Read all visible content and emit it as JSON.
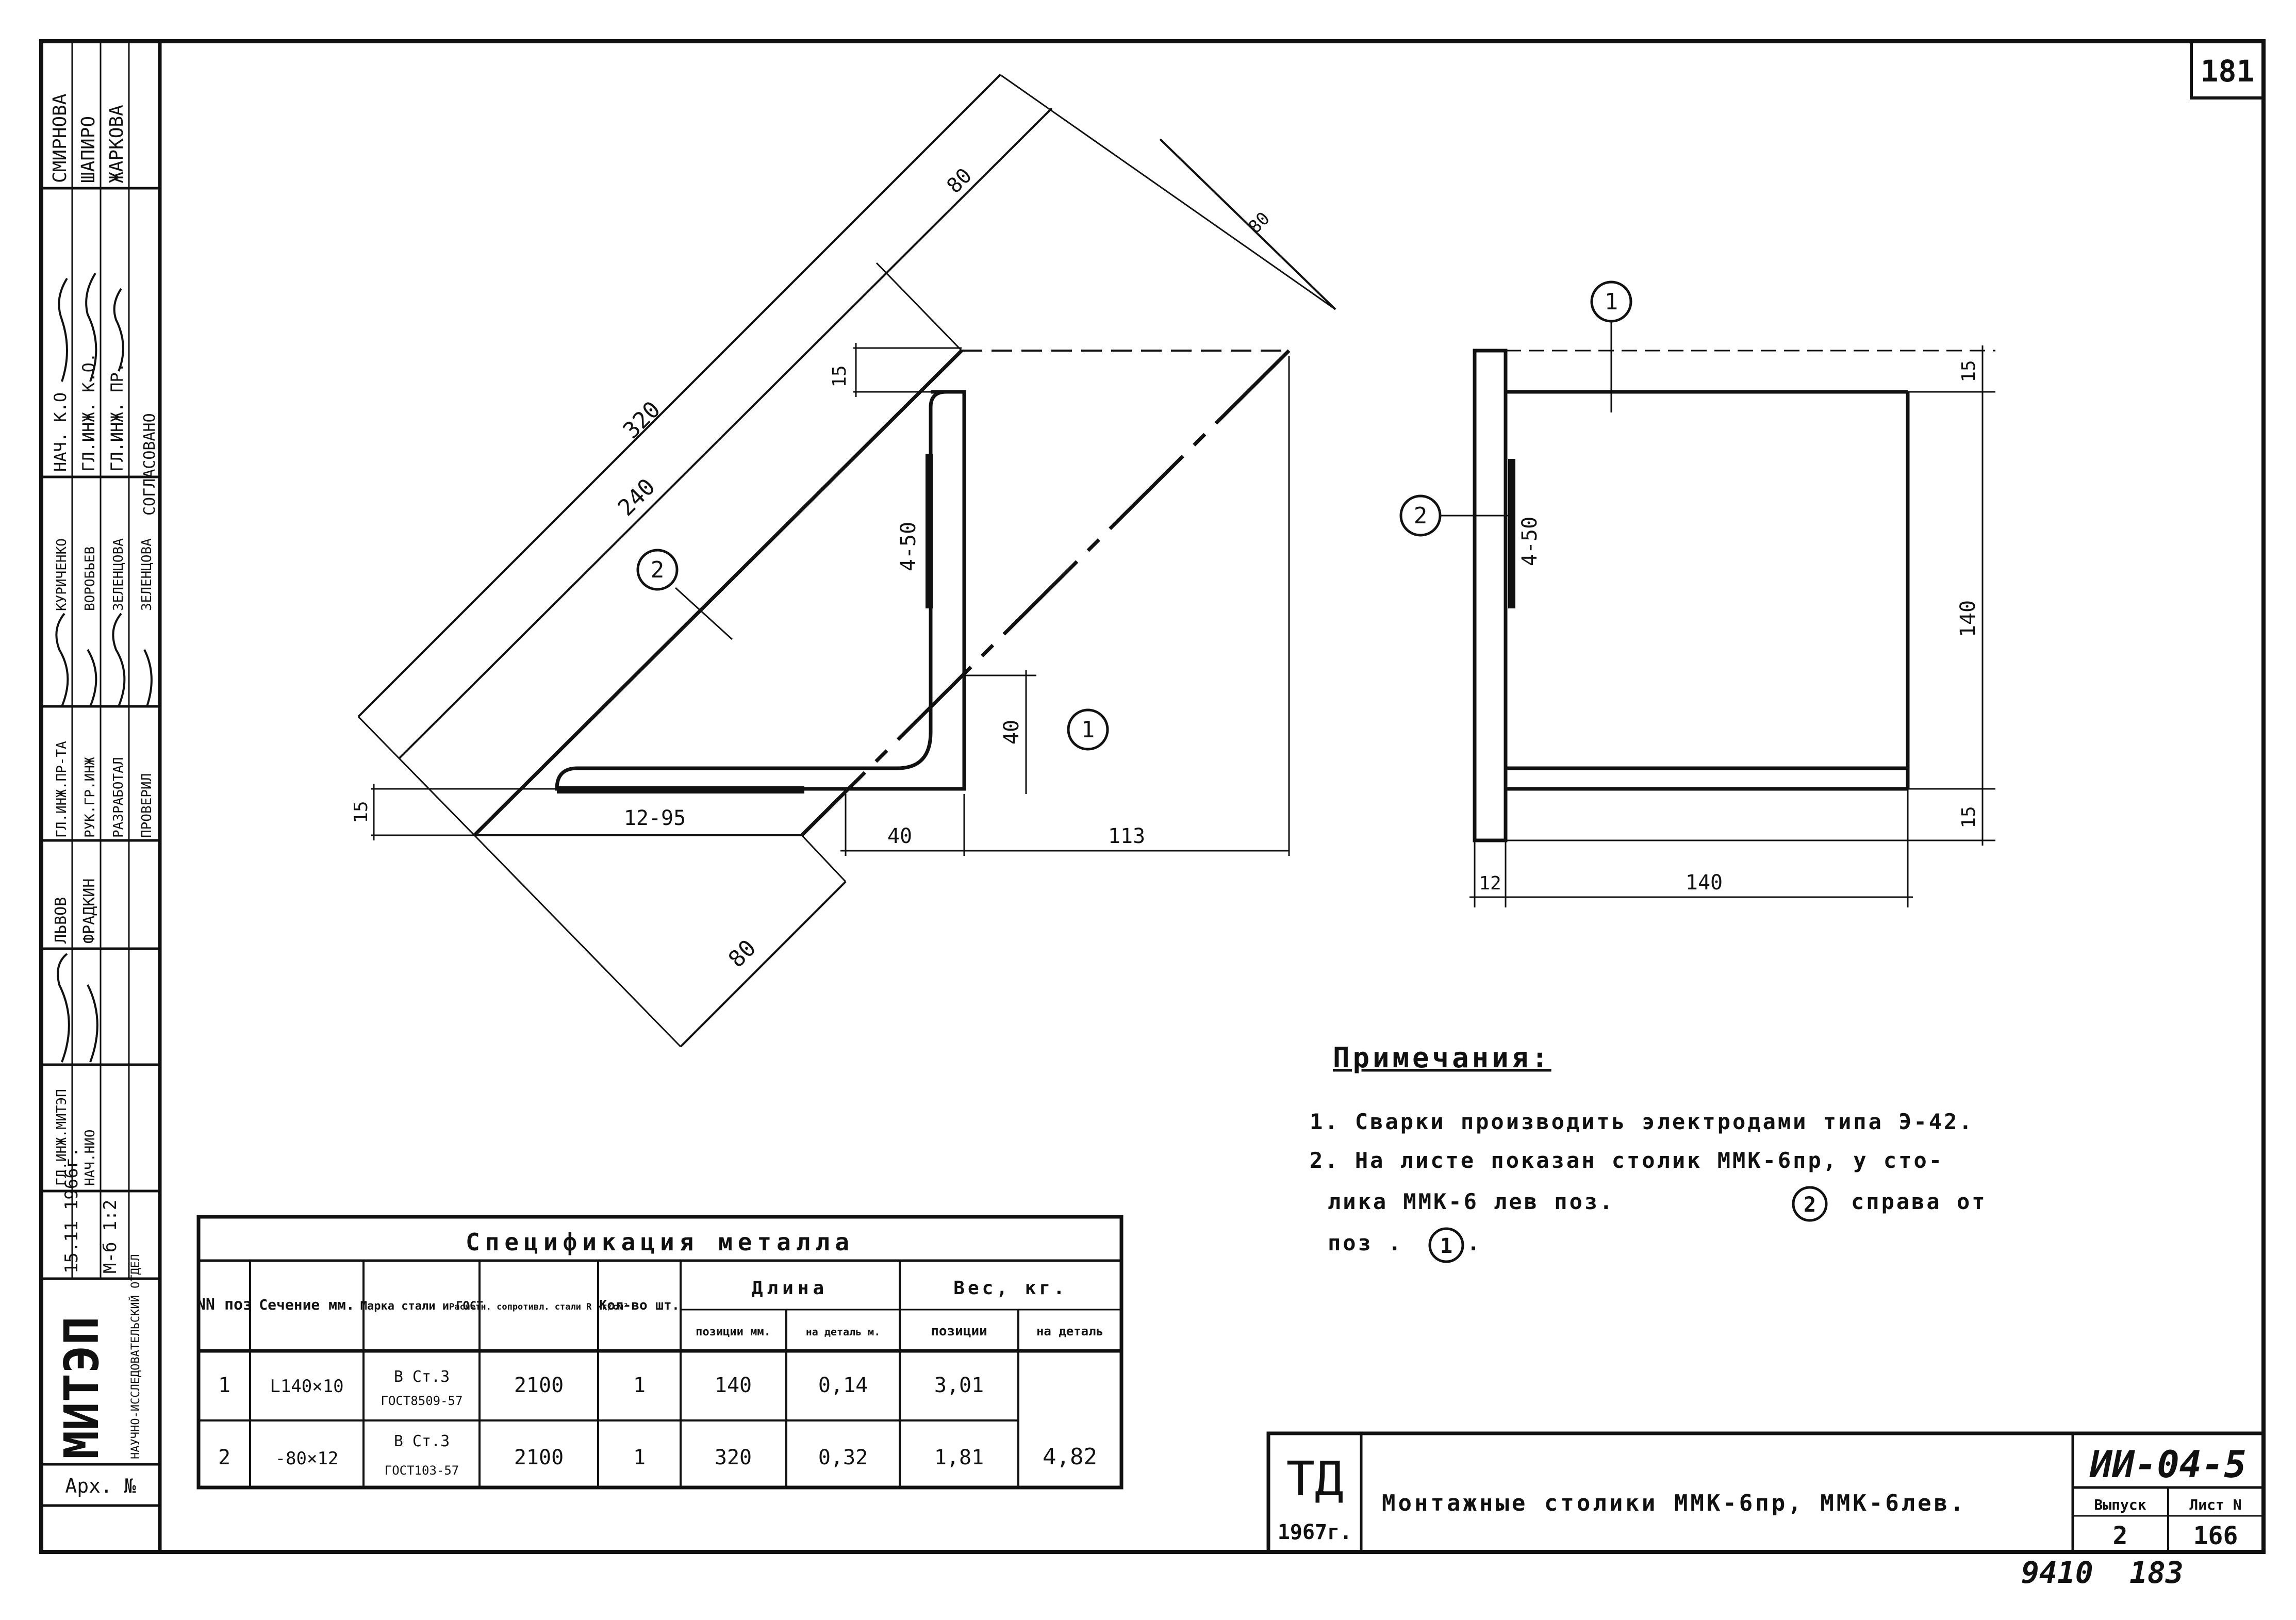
{
  "sheet_number_top": "181",
  "bottom_handwritten": {
    "left": "9410",
    "right": "183"
  },
  "left_strip": {
    "signers_top": [
      "СМИРНОВА",
      "ШАПИРО",
      "ЖАРКОВА"
    ],
    "roles_top": [
      "НАЧ. К.О",
      "ГЛ.ИНЖ. К.О.",
      "ГЛ.ИНЖ. ПР."
    ],
    "agreed_label": "СОГЛАСОВАНО",
    "signers_mid": [
      "КУРИЧЕНКО",
      "ВОРОБЬЕВ",
      "ЗЕЛЕНЦОВА",
      "ЗЕЛЕНЦОВА"
    ],
    "roles_mid": [
      "ГЛ.ИНЖ.ПР-ТА",
      "РУК.ГР.ИНЖ",
      "РАЗРАБОТАЛ",
      "ПРОВЕРИЛ"
    ],
    "signers_low": [
      "ЛЬВОВ",
      "ФРАДКИН"
    ],
    "roles_low": [
      "ГЛ.ИНЖ.МИТЭП",
      "НАЧ.НИО"
    ],
    "date": "15.11 1966г.",
    "scale": "М-б 1:2",
    "org": "МИТЭП",
    "org_sub": "НАУЧНО-ИССЛЕДОВАТЕЛЬСКИЙ ОТДЕЛ",
    "archive_label": "Арх. №"
  },
  "drawing": {
    "dims_left": [
      "320",
      "240",
      "80",
      "80",
      "15",
      "4-50",
      "40",
      "15",
      "12-95",
      "40",
      "113",
      "80"
    ],
    "dims_right": [
      "15",
      "4-50",
      "140",
      "15",
      "12",
      "140"
    ],
    "position_markers": [
      "1",
      "2"
    ]
  },
  "notes": {
    "title": "Примечания:",
    "line1": "1. Сварки производить электродами типа Э-42.",
    "line2a": "2. На листе показан столик ММК-6пр, у сто-",
    "line2b_pre": "лика ММК-6 лев поз.",
    "line2b_marker": "2",
    "line2b_post": "справа от",
    "line3_pre": "поз .",
    "line3_marker": "1",
    "line3_post": "."
  },
  "spec_table": {
    "title": "Спецификация металла",
    "headers": {
      "nn": "NN поз",
      "section": "Сечение мм.",
      "grade": "Марка стали и ГОСТ",
      "resistance": "Расчетн. сопротивл. стали R кг/см²",
      "qty": "Кол-во шт.",
      "length": "Длина",
      "length_pos": "позиции мм.",
      "length_detail": "на деталь м.",
      "weight": "Вес, кг.",
      "weight_pos": "позиции",
      "weight_detail": "на деталь"
    },
    "rows": [
      {
        "nn": "1",
        "section": "L140×10",
        "grade": "В Ст.3",
        "gost": "ГОСТ8509-57",
        "resistance": "2100",
        "qty": "1",
        "len_pos": "140",
        "len_detail": "0,14",
        "w_pos": "3,01"
      },
      {
        "nn": "2",
        "section": "-80×12",
        "grade": "В Ст.3",
        "gost": "ГОСТ103-57",
        "resistance": "2100",
        "qty": "1",
        "len_pos": "320",
        "len_detail": "0,32",
        "w_pos": "1,81"
      }
    ],
    "weight_total": "4,82"
  },
  "title_block": {
    "logo": "ТД",
    "year": "1967г.",
    "title": "Монтажные столики ММК-6пр, ММК-6лев.",
    "code": "ИИ-04-5",
    "issue_label": "Выпуск",
    "issue": "2",
    "sheet_label": "Лист N",
    "sheet": "166"
  }
}
